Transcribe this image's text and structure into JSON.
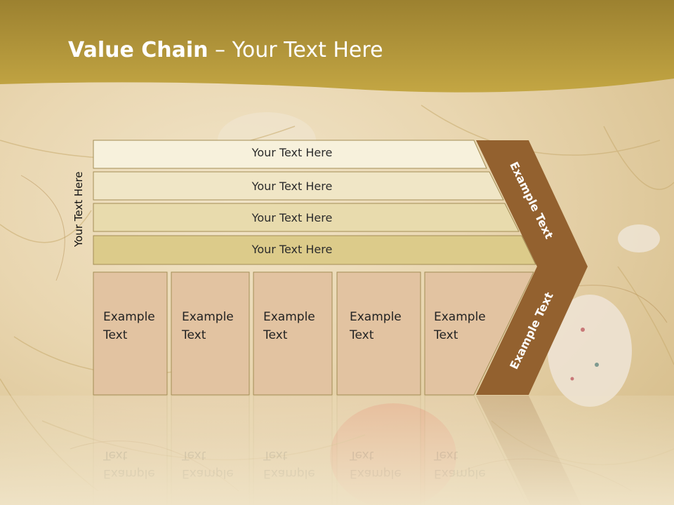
{
  "title": {
    "bold": "Value Chain",
    "rest": " – Your Text Here"
  },
  "side_label": "Your Text Here",
  "rows": [
    "Your Text Here",
    "Your Text Here",
    "Your Text Here",
    "Your Text Here"
  ],
  "boxes": [
    {
      "line1": "Example",
      "line2": "Text"
    },
    {
      "line1": "Example",
      "line2": "Text"
    },
    {
      "line1": "Example",
      "line2": "Text"
    },
    {
      "line1": "Example",
      "line2": "Text"
    },
    {
      "line1": "Example",
      "line2": "Text"
    }
  ],
  "chevron_top_label": "Example Text",
  "chevron_bottom_label": "Example Text",
  "colors": {
    "header": "#b6982f",
    "row1": "#f7f1dc",
    "row2": "#f0e6c6",
    "row3": "#e8dbad",
    "row4": "#dccb8a",
    "box": "#e2c3a1",
    "chevron": "#93612f"
  }
}
